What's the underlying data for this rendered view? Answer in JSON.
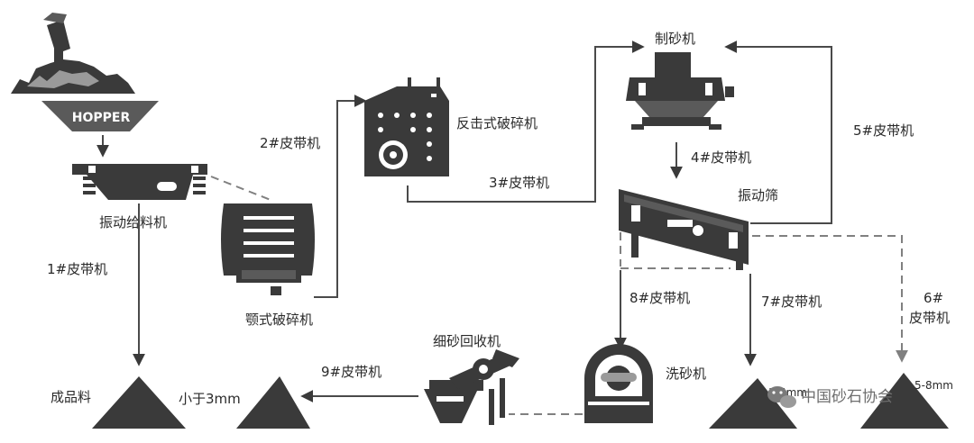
{
  "labels": {
    "hopper": "HOPPER",
    "vibrating_feeder": "振动给料机",
    "belt1": "1#皮带机",
    "jaw_crusher": "颚式破碎机",
    "belt2": "2#皮带机",
    "impact_crusher": "反击式破碎机",
    "belt3": "3#皮带机",
    "sand_maker": "制砂机",
    "belt4": "4#皮带机",
    "belt5": "5#皮带机",
    "vibrating_screen": "振动筛",
    "belt6_line1": "6#",
    "belt6_line2": "皮带机",
    "belt7": "7#皮带机",
    "belt8": "8#皮带机",
    "belt9": "9#皮带机",
    "fine_sand_recycler": "细砂回收机",
    "sand_washer": "洗砂机",
    "finished_product": "成品料",
    "less_than_3mm": "小于3mm",
    "size_3_5mm": "3-5mm",
    "size_5_8mm": "5-8mm"
  },
  "watermark": {
    "text": "中国砂石协会",
    "icon": "wechat-icon"
  },
  "colors": {
    "machine": "#3a3a3a",
    "line_solid": "#4a4a4a",
    "line_dashed": "#808080",
    "pile": "#3a3a3a"
  }
}
